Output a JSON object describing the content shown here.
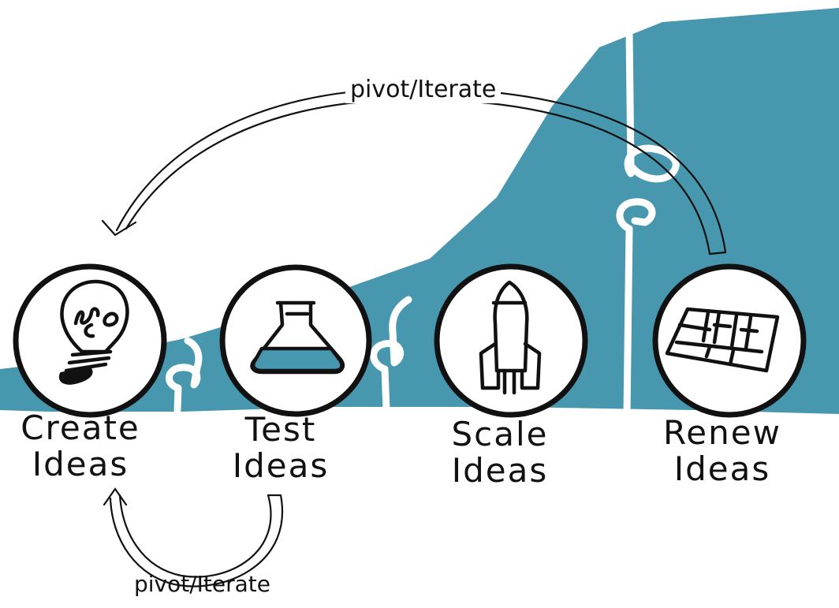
{
  "colors": {
    "teal": "#4797AF",
    "ink": "#111111",
    "background": "#ffffff"
  },
  "stages": [
    {
      "id": "create",
      "line1": "Create",
      "line2": "Ideas",
      "icon": "lightbulb-icon"
    },
    {
      "id": "test",
      "line1": "Test",
      "line2": "Ideas",
      "icon": "flask-icon"
    },
    {
      "id": "scale",
      "line1": "Scale",
      "line2": "Ideas",
      "icon": "rocket-icon"
    },
    {
      "id": "renew",
      "line1": "Renew",
      "line2": "Ideas",
      "icon": "floor-plan-icon"
    }
  ],
  "loops": {
    "top": "pivot/Iterate",
    "bottom": "pivot/Iterate"
  }
}
